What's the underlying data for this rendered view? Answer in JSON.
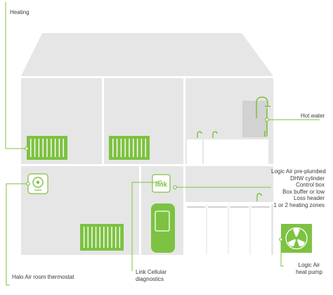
{
  "colors": {
    "accent": "#7dc242",
    "house": "#e6e6e6",
    "line": "#7dc242",
    "text": "#3a3a3a"
  },
  "labels": {
    "heating": "Heating",
    "hot_water": "Hot water",
    "logic_air_block": [
      "Logic Air pre-plumbed",
      "DHW cylinder",
      "Control box",
      "Box buffer or low",
      "Loss header",
      "1 or 2 heating zones"
    ],
    "halo_thermostat": "Halo Air room thermostat",
    "link_cellular": [
      "Link Cellular",
      "diagnostics"
    ],
    "logic_air_heat_pump": [
      "Logic Air",
      "heat pump"
    ]
  },
  "icons": {
    "radiators": "radiator-icon",
    "thermostat": "thermostat-icon",
    "link_badge": "link-logo-icon",
    "boiler": "boiler-unit-icon",
    "heat_pump": "fan-icon",
    "shower": "shower-icon",
    "taps": "tap-icon"
  },
  "link_logo_text": "link"
}
